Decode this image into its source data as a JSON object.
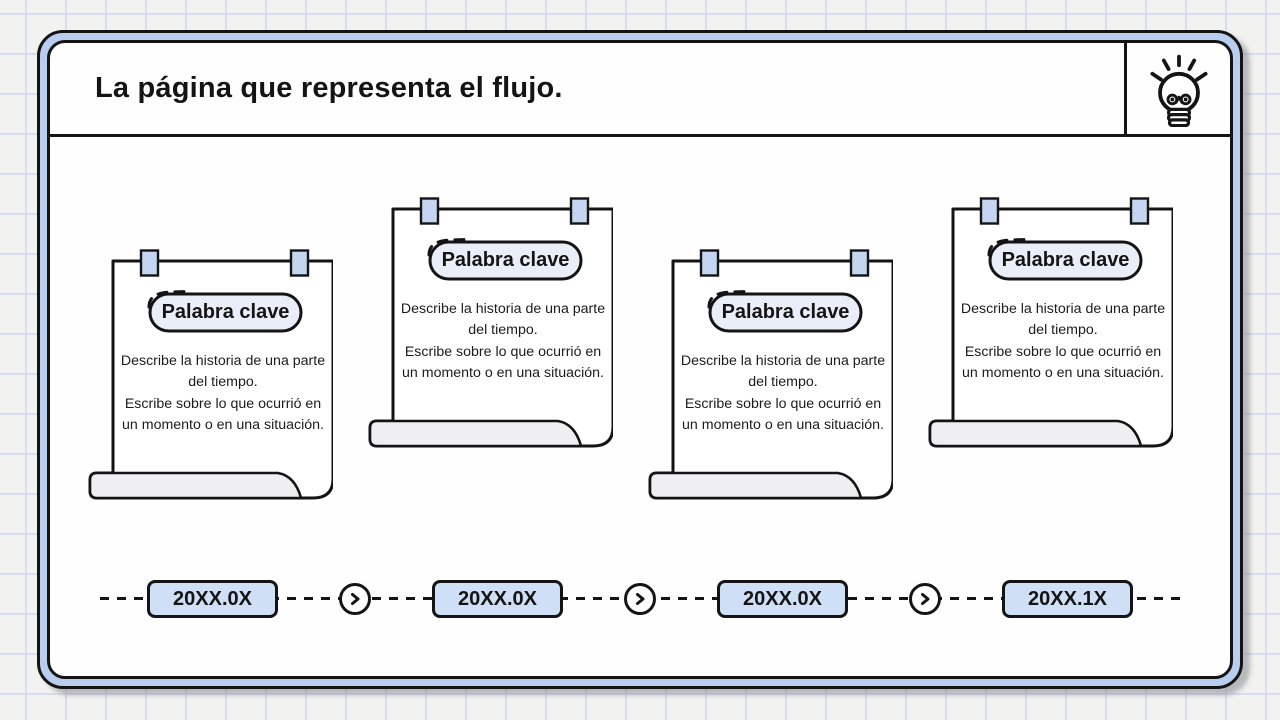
{
  "header": {
    "title": "La página que representa el flujo.",
    "icon": "lightbulb-icon"
  },
  "cards": [
    {
      "keyword": "Palabra clave",
      "description": "Describe la historia de una parte\ndel tiempo.\nEscribe sobre lo que ocurrió en\nun momento o en una situación."
    },
    {
      "keyword": "Palabra clave",
      "description": "Describe la historia de una parte\ndel tiempo.\nEscribe sobre lo que ocurrió en\nun momento o en una situación."
    },
    {
      "keyword": "Palabra clave",
      "description": "Describe la historia de una parte\ndel tiempo.\nEscribe sobre lo que ocurrió en\nun momento o en una situación."
    },
    {
      "keyword": "Palabra clave",
      "description": "Describe la historia de una parte\ndel tiempo.\nEscribe sobre lo que ocurrió en\nun momento o en una situación."
    }
  ],
  "timeline": {
    "items": [
      {
        "date": "20XX.0X"
      },
      {
        "date": "20XX.0X"
      },
      {
        "date": "20XX.0X"
      },
      {
        "date": "20XX.1X"
      }
    ]
  },
  "colors": {
    "ink": "#141414",
    "frame_band": "#b9cdef",
    "tape": "#c4d4f1",
    "pill_fill": "#e9eef9",
    "date_box_fill": "#cfdff6",
    "page_curl_fill": "#efeff2",
    "grid_line": "#d9dcef",
    "page_background": "#f2f2f0"
  }
}
